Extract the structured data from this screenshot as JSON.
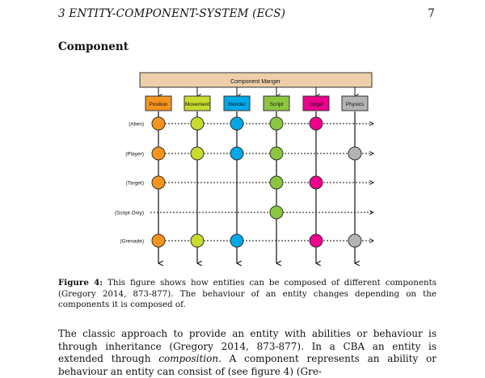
{
  "header": {
    "chapter": "3   ENTITY-COMPONENT-SYSTEM (ECS)",
    "page_number": "7"
  },
  "section_title": "Component",
  "diagram": {
    "manager_label": "Component Manger",
    "components": [
      {
        "name": "Position",
        "color": "#f7941d"
      },
      {
        "name": "Movement",
        "color": "#c8dc2d"
      },
      {
        "name": "Render",
        "color": "#00a8e8"
      },
      {
        "name": "Script",
        "color": "#8cc63f"
      },
      {
        "name": "Target",
        "color": "#ec008c"
      },
      {
        "name": "Physics",
        "color": "#b3b3b3"
      }
    ],
    "entities": [
      {
        "name": "(Alien)",
        "has": [
          true,
          true,
          true,
          true,
          true,
          false
        ]
      },
      {
        "name": "(Player)",
        "has": [
          true,
          true,
          true,
          true,
          false,
          true
        ]
      },
      {
        "name": "(Target)",
        "has": [
          true,
          false,
          false,
          true,
          true,
          false
        ]
      },
      {
        "name": "(Script Only)",
        "has": [
          false,
          false,
          false,
          true,
          false,
          false
        ]
      },
      {
        "name": "(Grenade)",
        "has": [
          true,
          true,
          true,
          false,
          true,
          true
        ]
      }
    ]
  },
  "caption": {
    "label": "Figure 4:",
    "text": "This figure shows how entities can be composed of different components (Gregory 2014, 873-877). The behaviour of an entity changes depending on the components it is composed of."
  },
  "body": {
    "part1": "The classic approach to provide an entity with abilities or behaviour is through inheritance (Gregory 2014, 873-877). In a CBA an entity is extended through ",
    "emph": "composition",
    "part2": ". A component represents an ability or behaviour an entity can consist of (see figure 4) (Gre-"
  }
}
